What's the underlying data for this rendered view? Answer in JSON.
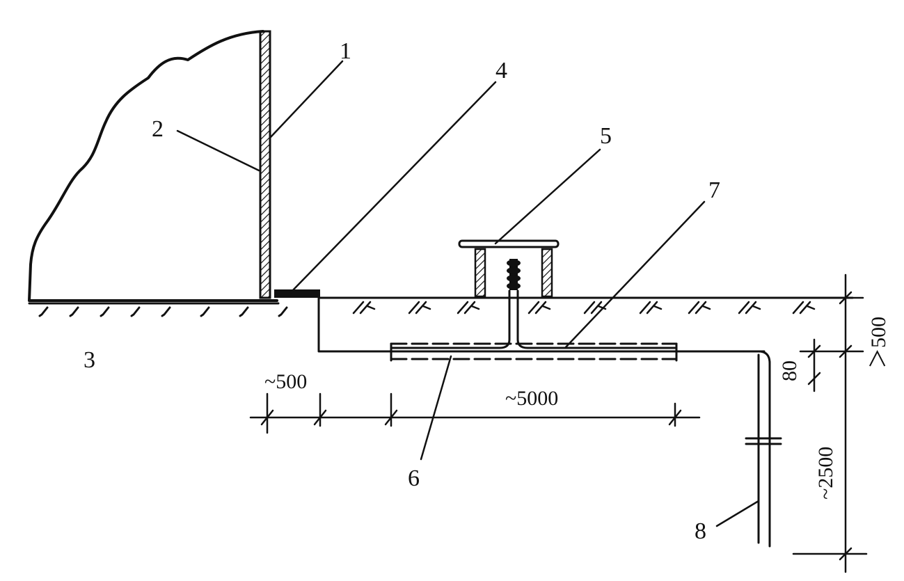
{
  "callouts": {
    "c1": "1",
    "c2": "2",
    "c3": "3",
    "c4": "4",
    "c5": "5",
    "c6": "6",
    "c7": "7",
    "c8": "8"
  },
  "dimensions": {
    "d500_left": "~500",
    "d5000": "~5000",
    "d500_right": "＞500",
    "d80": "80",
    "d2500": "~2500"
  }
}
